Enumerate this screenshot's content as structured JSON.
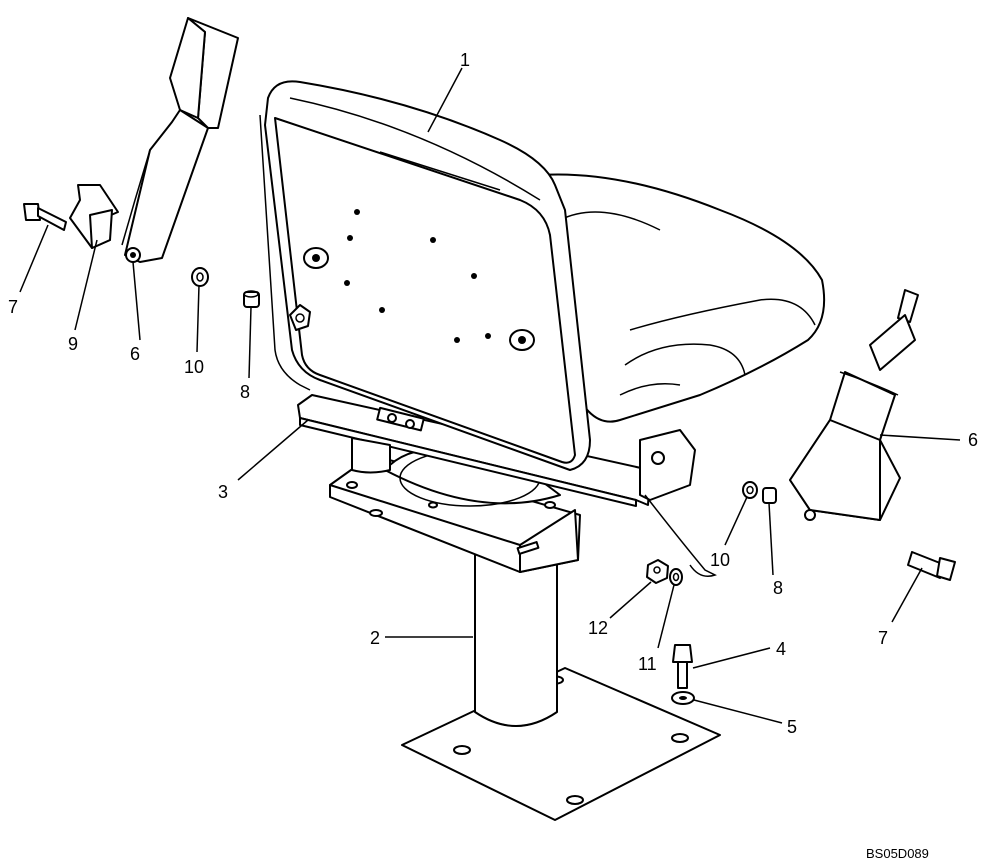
{
  "drawing": {
    "code": "BS05D089",
    "callouts": {
      "c1": "1",
      "c2": "2",
      "c3": "3",
      "c4": "4",
      "c5": "5",
      "c6a": "6",
      "c6b": "6",
      "c7a": "7",
      "c7b": "7",
      "c8a": "8",
      "c8b": "8",
      "c9": "9",
      "c10a": "10",
      "c10b": "10",
      "c11": "11",
      "c12": "12"
    }
  }
}
